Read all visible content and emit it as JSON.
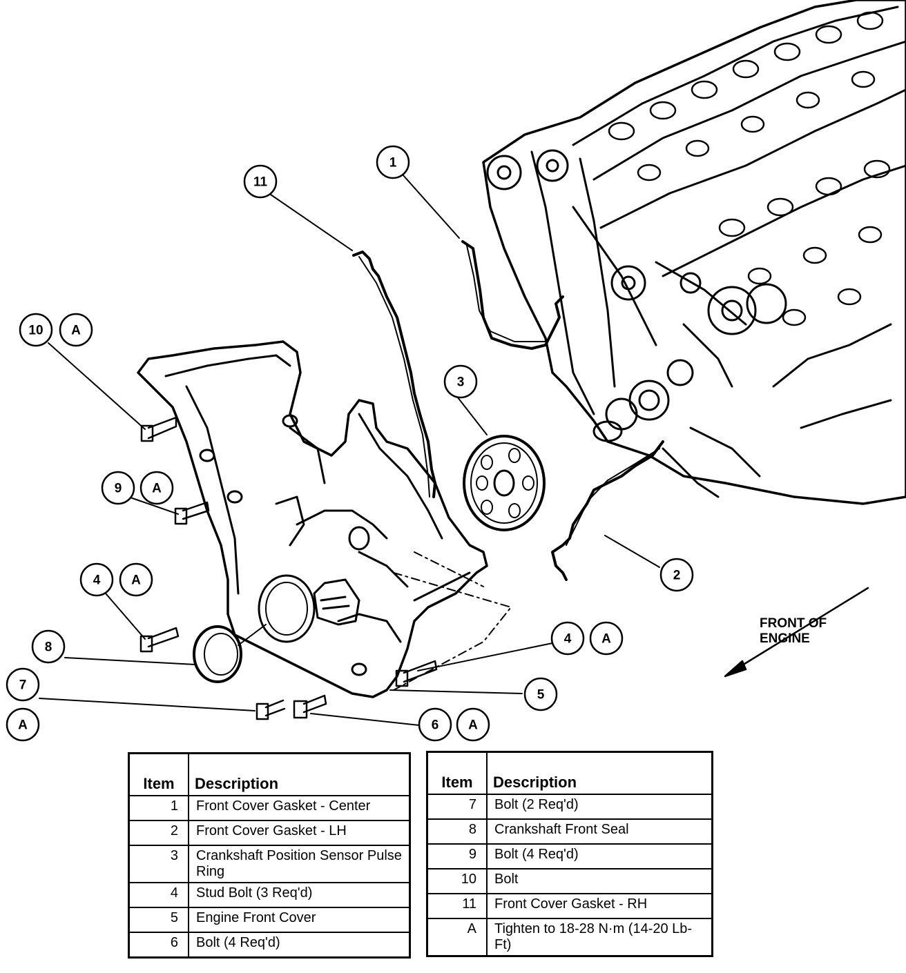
{
  "front_label": [
    "FRONT OF",
    "ENGINE"
  ],
  "callouts": {
    "c1": "1",
    "c2": "2",
    "c3": "3",
    "c4a": "4",
    "c4b": "4",
    "c5": "5",
    "c6": "6",
    "c7": "7",
    "c8": "8",
    "c9": "9",
    "c10": "10",
    "c11": "11",
    "a_4a": "A",
    "a_4b": "A",
    "a_6": "A",
    "a_7": "A",
    "a_9": "A",
    "a_10": "A"
  },
  "legend_left": {
    "header_item": "Item",
    "header_desc": "Description",
    "rows": [
      {
        "item": "1",
        "desc": "Front Cover Gasket - Center"
      },
      {
        "item": "2",
        "desc": "Front Cover Gasket - LH"
      },
      {
        "item": "3",
        "desc": "Crankshaft Position Sensor Pulse Ring"
      },
      {
        "item": "4",
        "desc": "Stud Bolt (3 Req'd)"
      },
      {
        "item": "5",
        "desc": "Engine Front Cover"
      },
      {
        "item": "6",
        "desc": "Bolt (4 Req'd)"
      }
    ]
  },
  "legend_right": {
    "header_item": "Item",
    "header_desc": "Description",
    "rows": [
      {
        "item": "7",
        "desc": "Bolt (2 Req'd)"
      },
      {
        "item": "8",
        "desc": "Crankshaft Front Seal"
      },
      {
        "item": "9",
        "desc": "Bolt (4 Req'd)"
      },
      {
        "item": "10",
        "desc": "Bolt"
      },
      {
        "item": "11",
        "desc": "Front Cover Gasket - RH"
      },
      {
        "item": "A",
        "desc": "Tighten to 18-28 N·m (14-20 Lb-Ft)"
      }
    ]
  }
}
